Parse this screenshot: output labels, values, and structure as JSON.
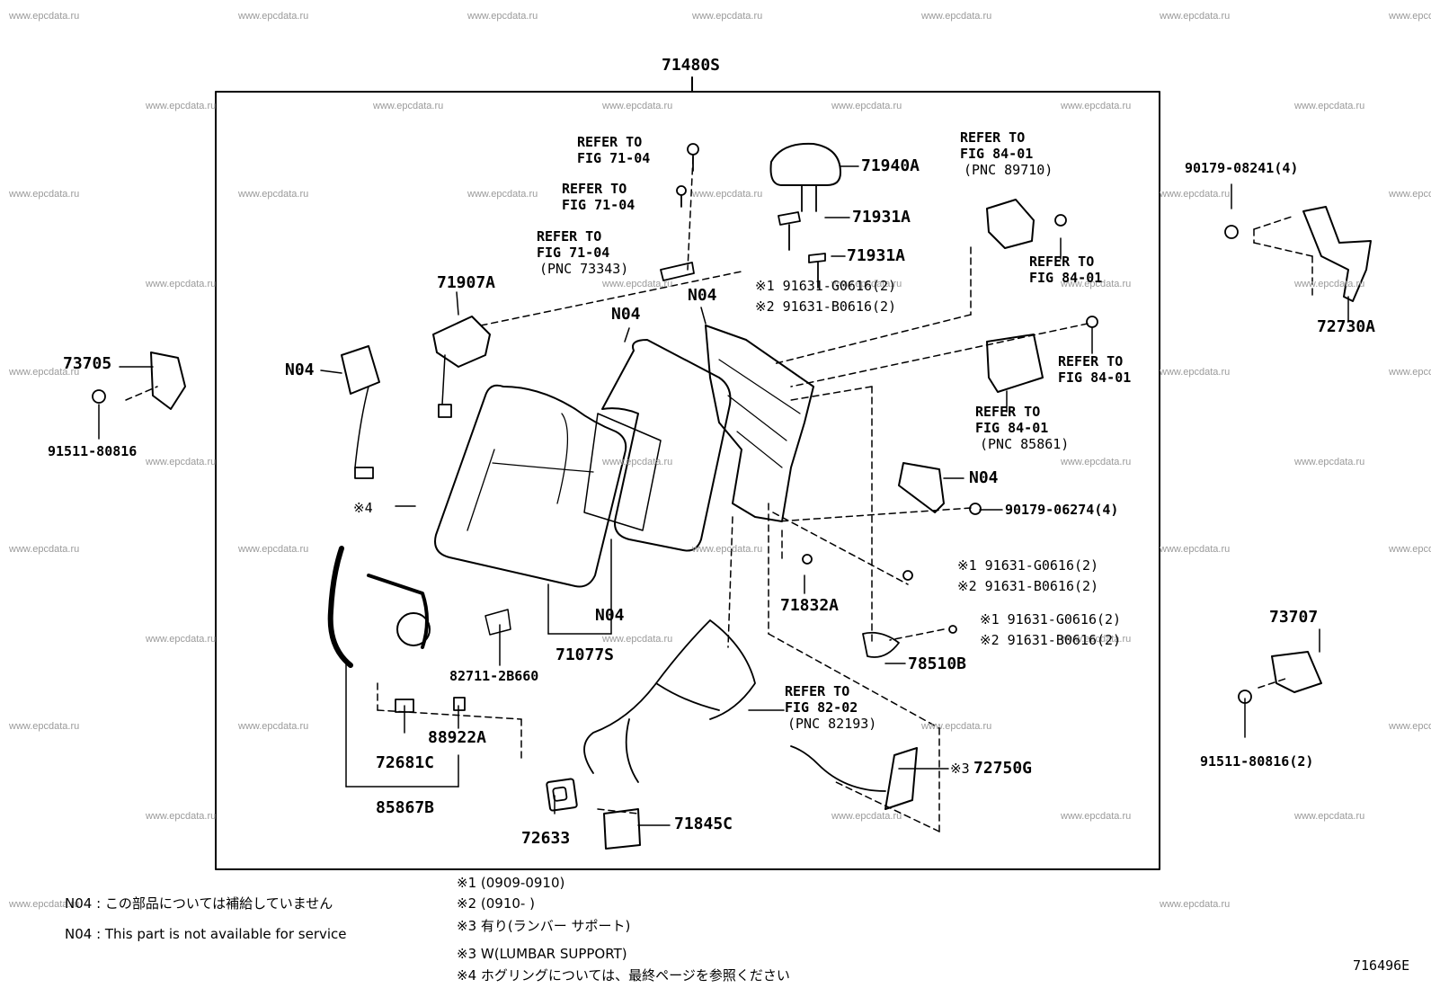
{
  "diagram": {
    "assembly_label": "71480S",
    "figure_code": "716496E",
    "watermark": "www.epcdata.ru",
    "parts": {
      "p71940A": "71940A",
      "p71931A_1": "71931A",
      "p71931A_2": "71931A",
      "p71907A": "71907A",
      "p73705": "73705",
      "p91511_80816": "91511-80816",
      "n04_left": "N04",
      "n04_mid": "N04",
      "n04_top": "N04",
      "n04_right": "N04",
      "n04_bottom": "N04",
      "p90179_08241": "90179-08241(4)",
      "p72730A": "72730A",
      "p90179_06274": "90179-06274(4)",
      "p71832A": "71832A",
      "p78510B": "78510B",
      "p73707": "73707",
      "p91511_80816_2": "91511-80816(2)",
      "p72750G": "72750G",
      "p71077S": "71077S",
      "p82711": "82711-2B660",
      "p88922A": "88922A",
      "p72681C": "72681C",
      "p85867B": "85867B",
      "p72633": "72633",
      "p71845C": "71845C",
      "mark4": "※4"
    },
    "refs": {
      "r1a": "REFER TO",
      "r1b": "FIG 71-04",
      "r2a": "REFER TO",
      "r2b": "FIG 71-04",
      "r3a": "REFER TO",
      "r3b": "FIG 71-04",
      "r3c": "(PNC 73343)",
      "r4a": "REFER TO",
      "r4b": "FIG 84-01",
      "r4c": "(PNC 89710)",
      "r5a": "REFER TO",
      "r5b": "FIG 84-01",
      "r6a": "REFER TO",
      "r6b": "FIG 84-01",
      "r7a": "REFER TO",
      "r7b": "FIG 84-01",
      "r7c": "(PNC 85861)",
      "r8a": "REFER TO",
      "r8b": "FIG 82-02",
      "r8c": "(PNC 82193)"
    },
    "callouts": {
      "c1": "※1 91631-G0616(2)",
      "c2": "※2 91631-B0616(2)",
      "c3": "※1  91631-G0616(2)",
      "c4": "※2  91631-B0616(2)",
      "c5": "※1 91631-G0616(2)",
      "c6": "※2 91631-B0616(2)",
      "c7": "※3"
    },
    "notes": {
      "n04_jp": "N04 : この部品については補給していません",
      "n04_en": "N04 : This part is not available for service",
      "m1": "※1 (0909-0910)",
      "m2": "※2 (0910-       )",
      "m3jp": "※3 有り(ランバー  サポート)",
      "m3en": "※3  W(LUMBAR SUPPORT)",
      "m4": "※4  ホグリングについては、最終ページを参照ください"
    }
  }
}
